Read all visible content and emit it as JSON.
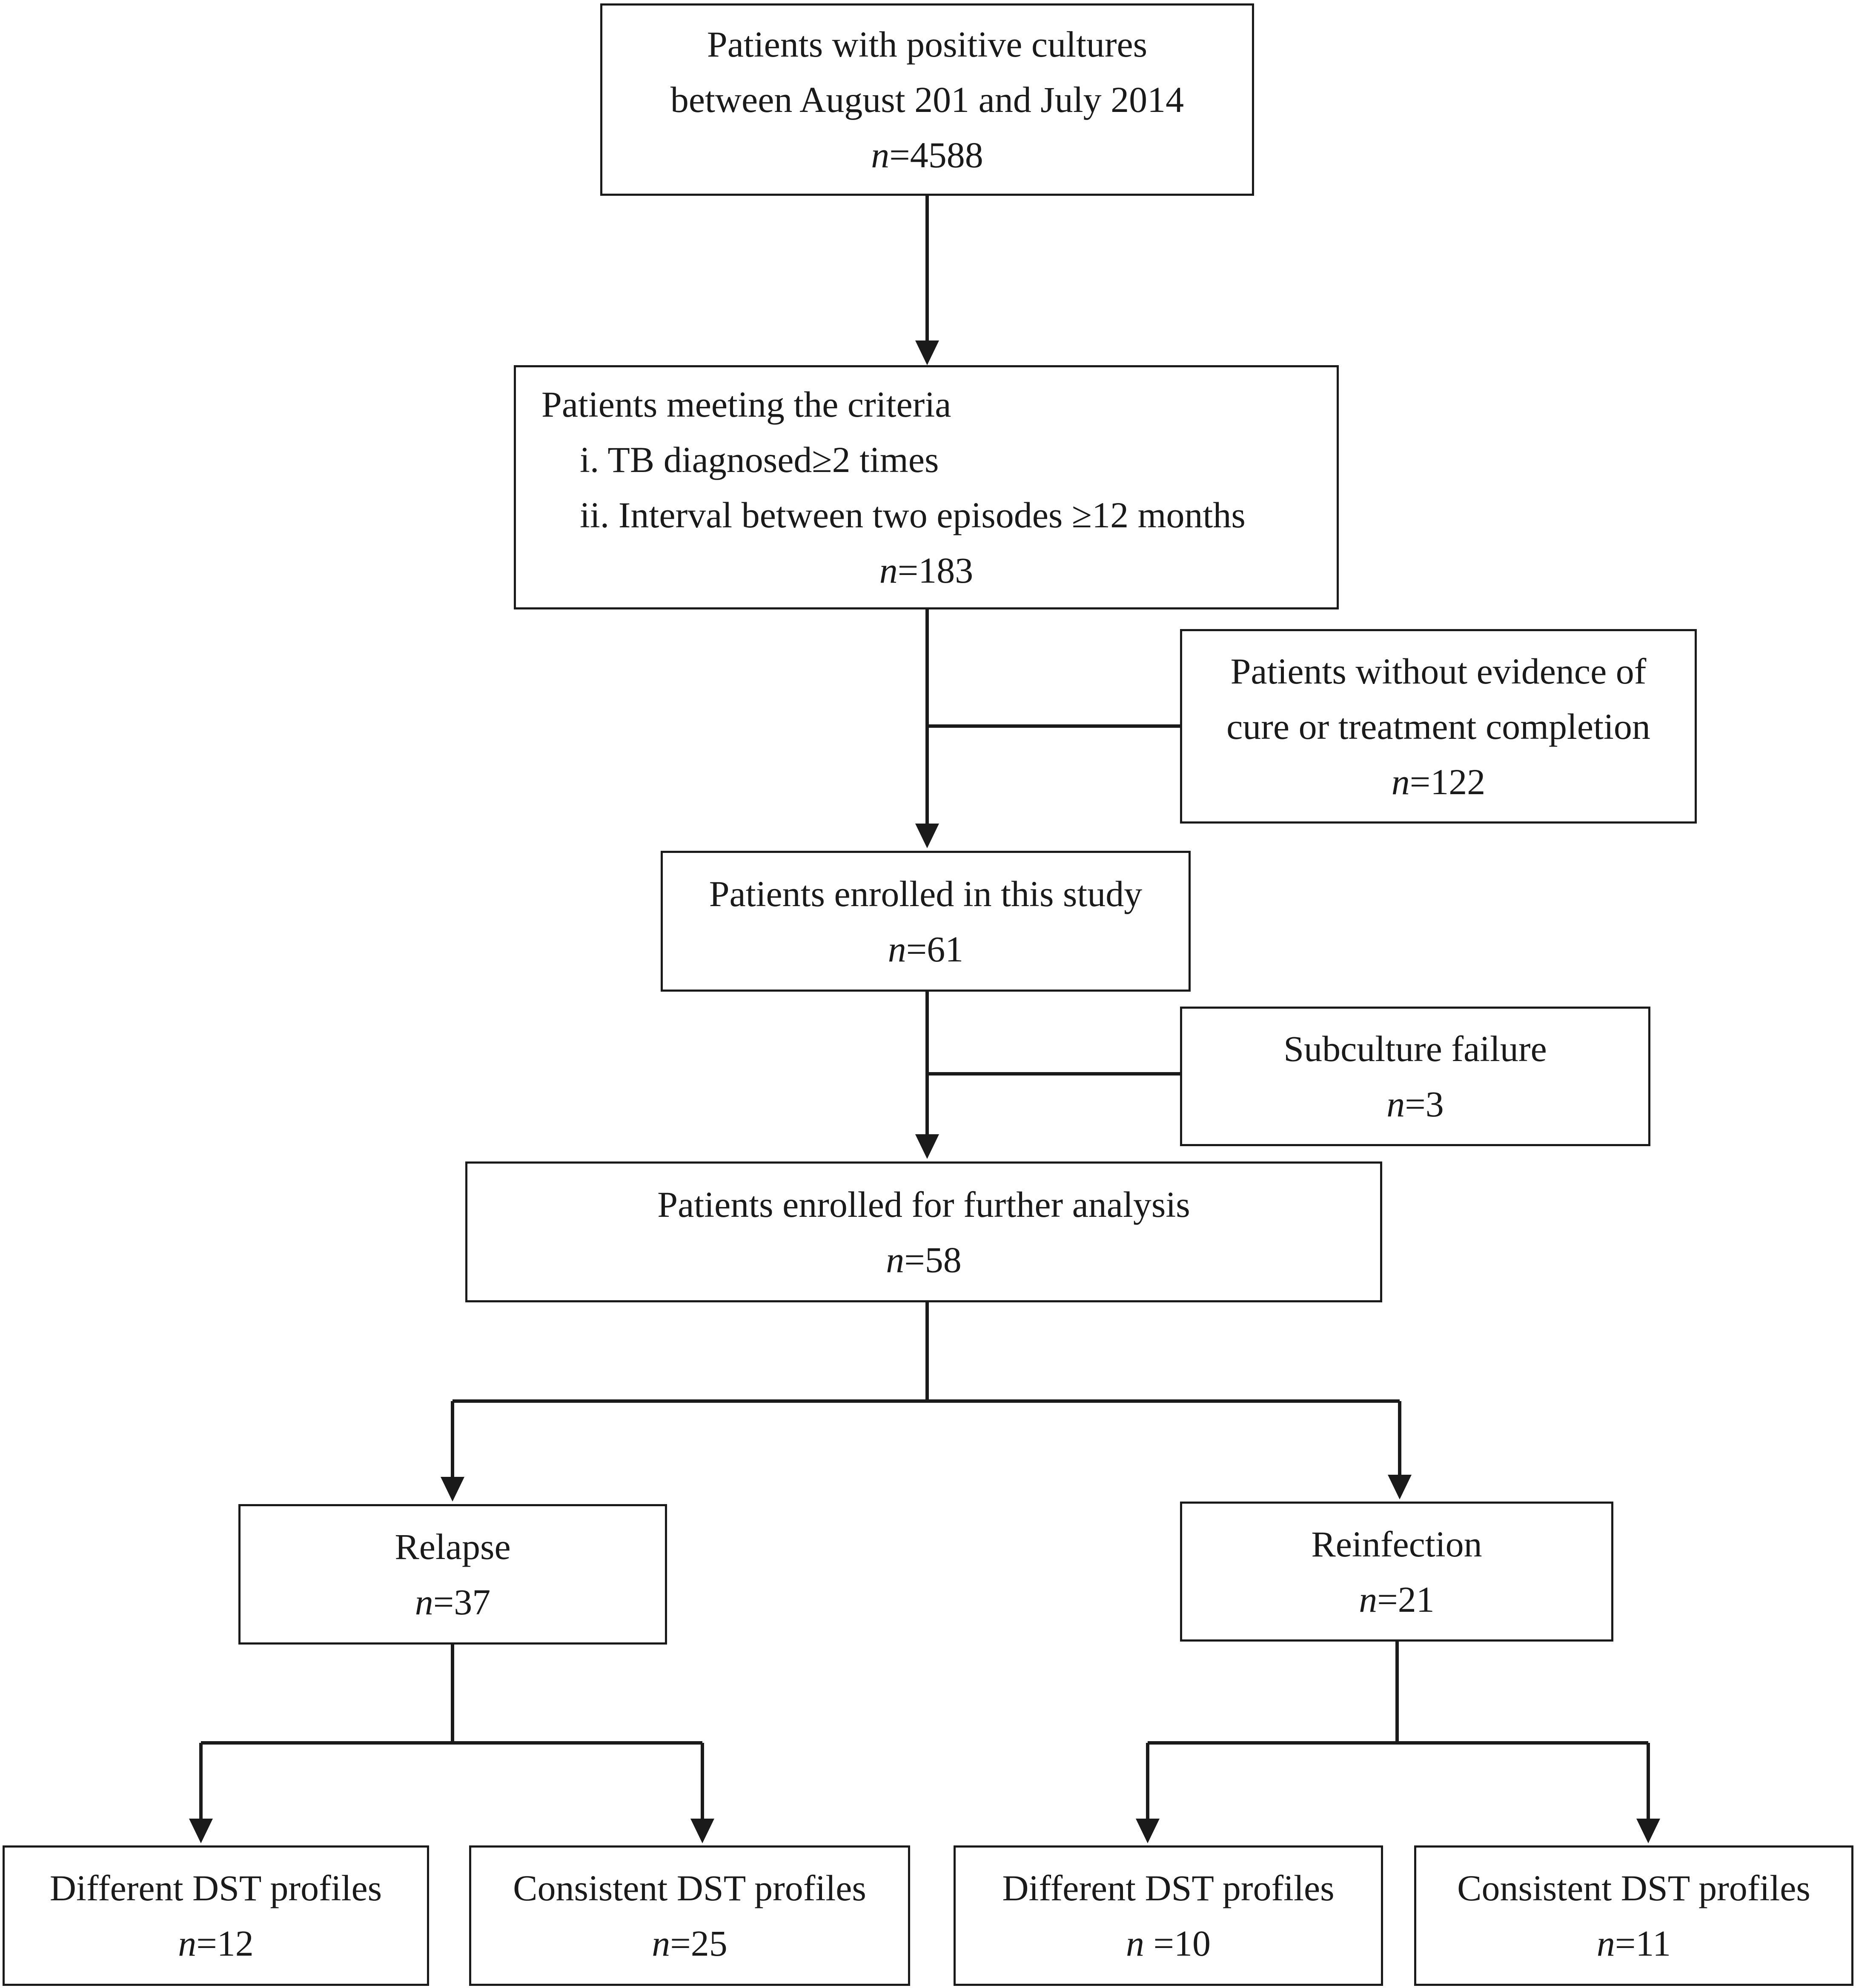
{
  "boxes": {
    "top": {
      "lines": [
        "Patients with positive cultures",
        "between August 201 and July 2014"
      ],
      "n_label": "n",
      "n_value": "=4588"
    },
    "criteria": {
      "heading": "Patients meeting the criteria",
      "items": [
        "i. TB diagnosed≥2 times",
        "ii. Interval between two episodes ≥12 months"
      ],
      "n_label": "n",
      "n_value": "=183"
    },
    "excluded1": {
      "lines": [
        "Patients without evidence of",
        "cure or treatment completion"
      ],
      "n_label": "n",
      "n_value": "=122"
    },
    "enrolled": {
      "lines": [
        "Patients enrolled in this study"
      ],
      "n_label": "n",
      "n_value": "=61"
    },
    "excluded2": {
      "lines": [
        "Subculture failure"
      ],
      "n_label": "n",
      "n_value": "=3"
    },
    "further": {
      "lines": [
        "Patients enrolled for further analysis"
      ],
      "n_label": "n",
      "n_value": "=58"
    },
    "relapse": {
      "lines": [
        "Relapse"
      ],
      "n_label": "n",
      "n_value": "=37"
    },
    "reinfection": {
      "lines": [
        "Reinfection"
      ],
      "n_label": "n",
      "n_value": "=21"
    },
    "relapse_diff": {
      "lines": [
        "Different DST profiles"
      ],
      "n_label": "n",
      "n_value": "=12"
    },
    "relapse_cons": {
      "lines": [
        "Consistent DST profiles"
      ],
      "n_label": "n",
      "n_value": "=25"
    },
    "reinf_diff": {
      "lines": [
        "Different DST profiles"
      ],
      "n_label": "n ",
      "n_value": "=10"
    },
    "reinf_cons": {
      "lines": [
        "Consistent DST profiles"
      ],
      "n_label": "n",
      "n_value": "=11"
    }
  },
  "style": {
    "stroke_color": "#1a1a1a",
    "background": "#ffffff"
  }
}
